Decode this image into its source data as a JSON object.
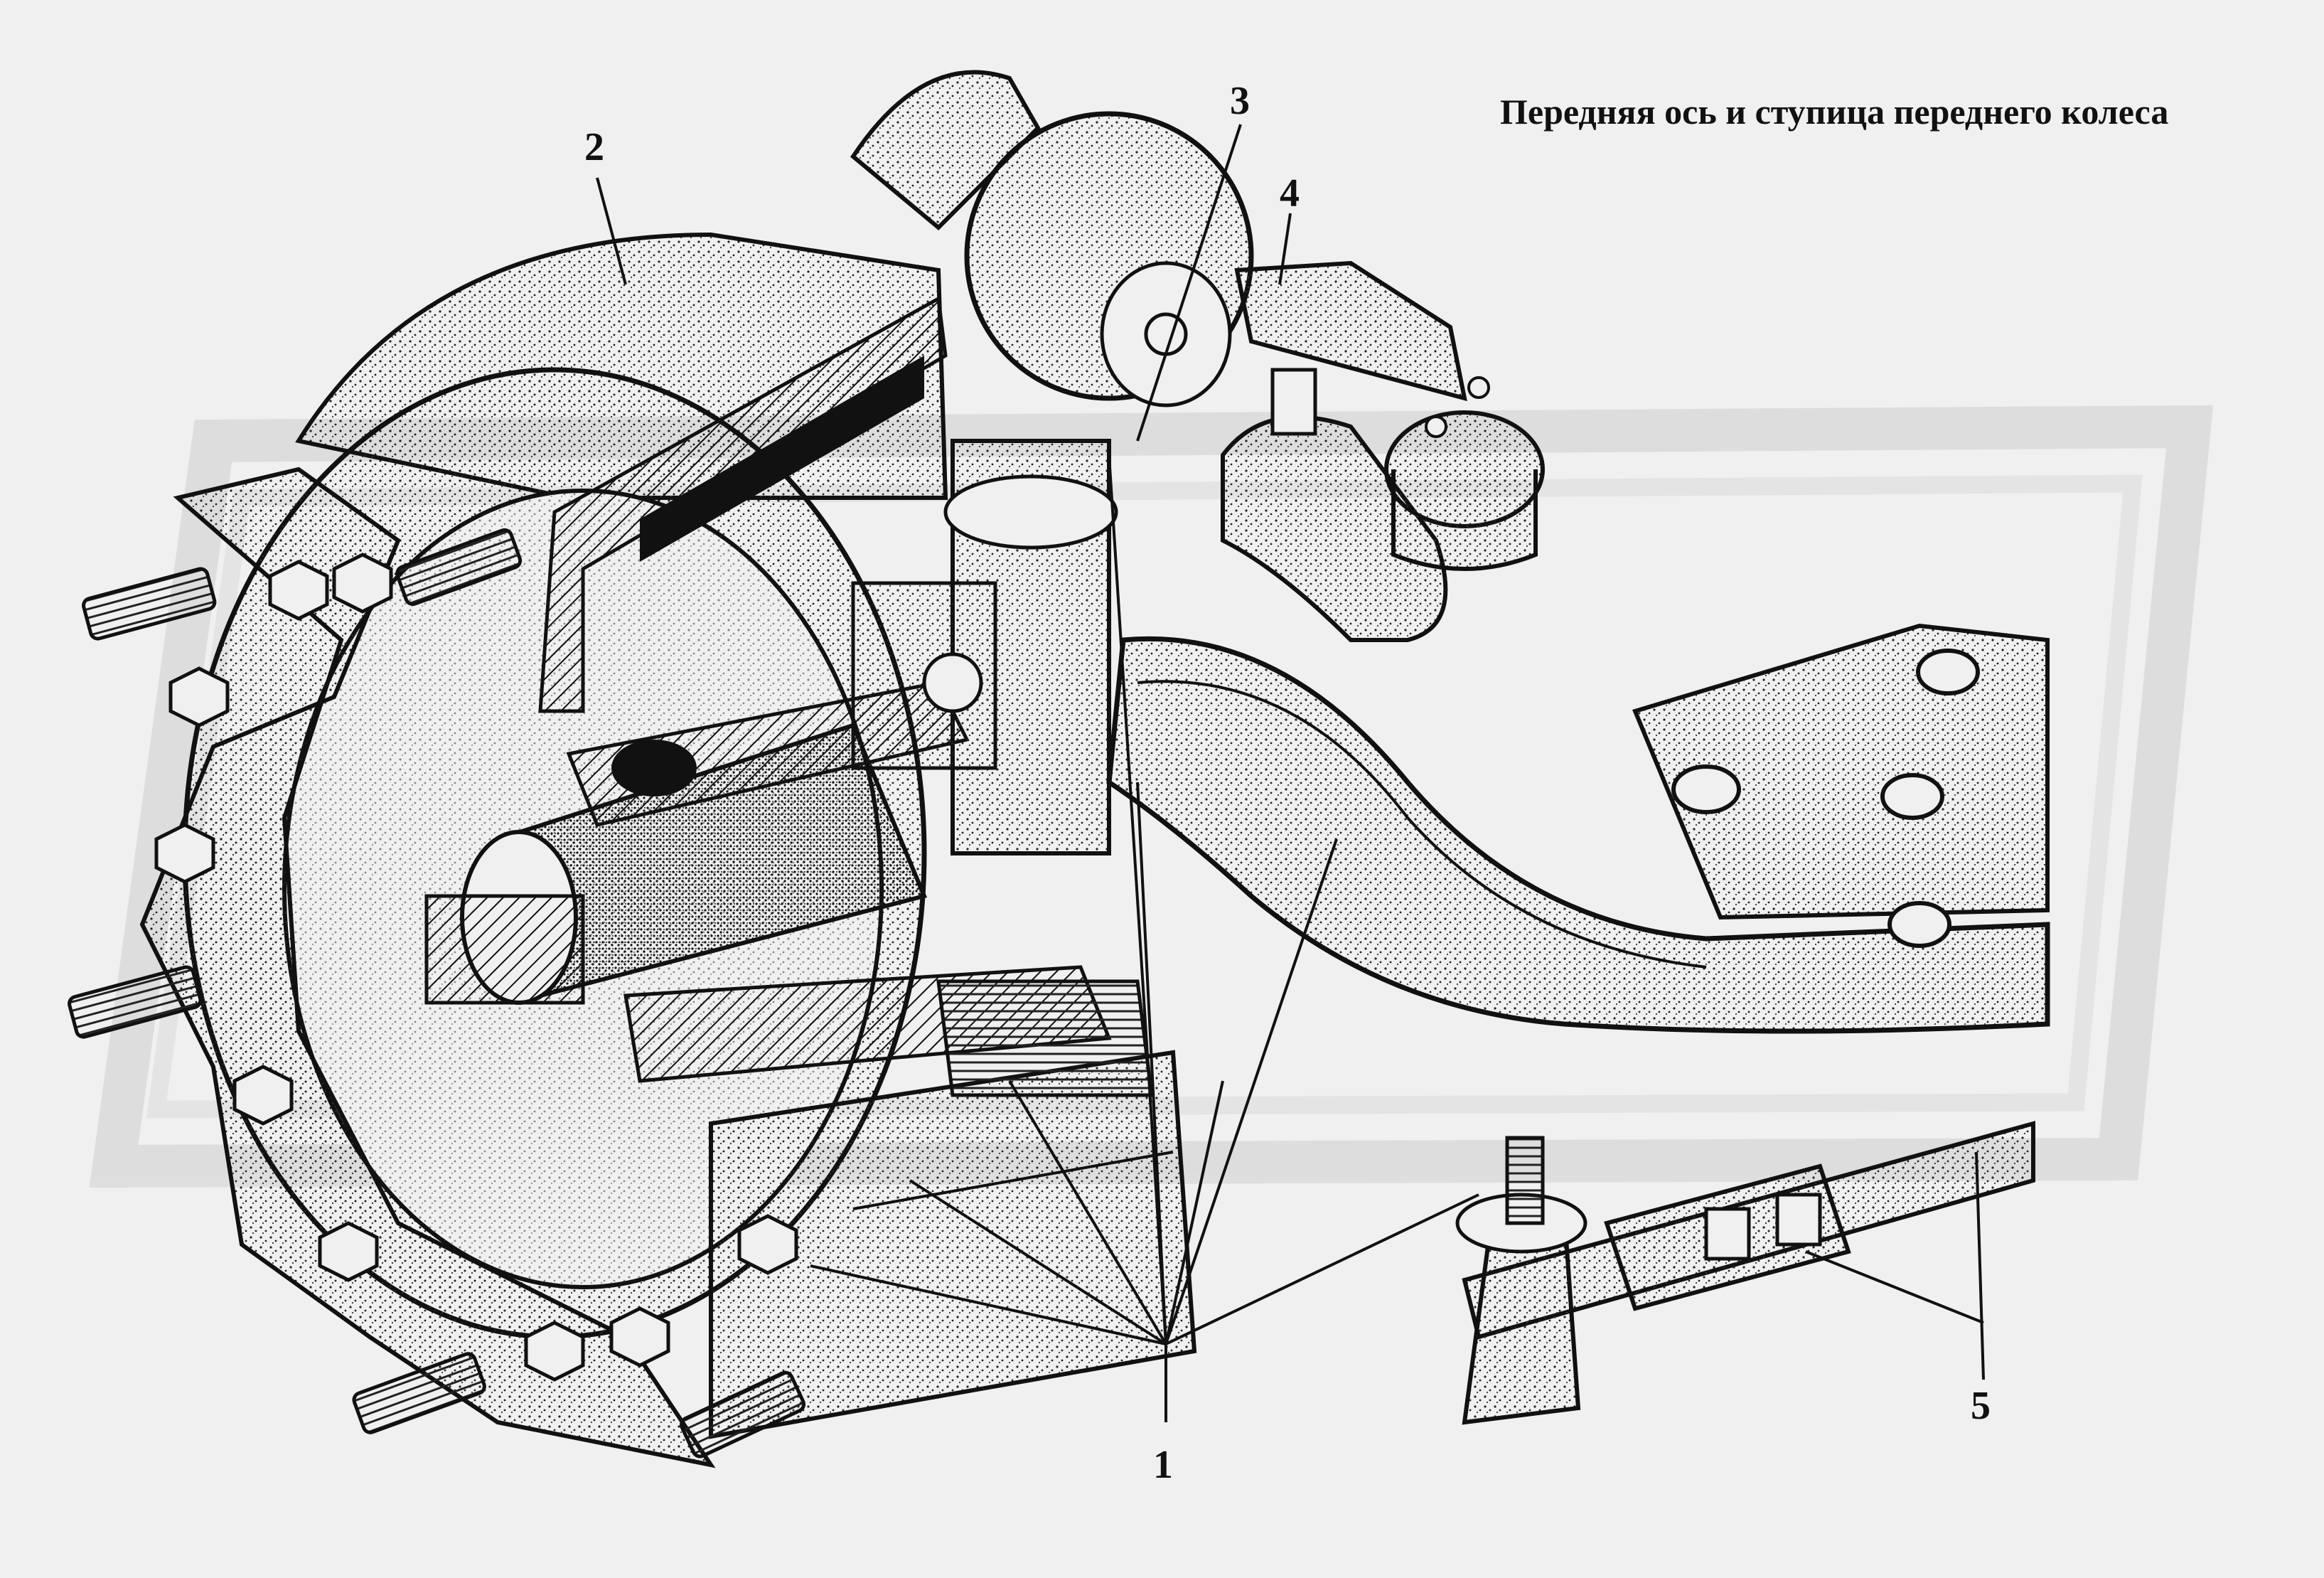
{
  "title": "Передняя ось и ступица переднего колеса",
  "callouts": {
    "c1": "1",
    "c2": "2",
    "c3": "3",
    "c4": "4",
    "c5": "5"
  },
  "watermark": {
    "color": "#c8c8c8"
  },
  "colors": {
    "ink": "#111111",
    "background": "#f0f0f0"
  }
}
